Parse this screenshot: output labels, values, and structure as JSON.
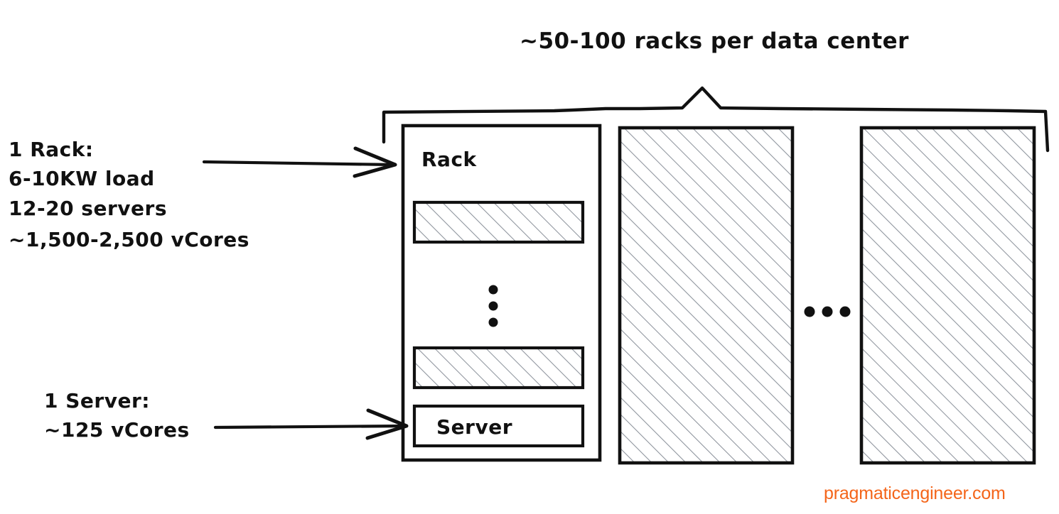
{
  "diagram": {
    "title_caption": "~50-100 racks per data center",
    "watermark": "pragmaticengineer.com",
    "accent_color": "#F4651A",
    "ink_color": "#111111",
    "hatch_color": "#8d939c",
    "annotations": {
      "rack_note": {
        "line1": "1 Rack:",
        "line2": "6-10KW load",
        "line3": "12-20 servers",
        "line4": "~1,500-2,500 vCores"
      },
      "server_note": {
        "line1": "1 Server:",
        "line2": "~125 vCores"
      }
    },
    "racks": [
      {
        "label": "Rack",
        "style": "detailed"
      },
      {
        "label": "",
        "style": "hatched"
      },
      {
        "label": "",
        "style": "hatched"
      }
    ],
    "rack_interior": {
      "server_label": "Server",
      "vertical_ellipsis": "⋮",
      "hatched_slot_count": 2
    },
    "horizontal_ellipsis": "• • •"
  }
}
